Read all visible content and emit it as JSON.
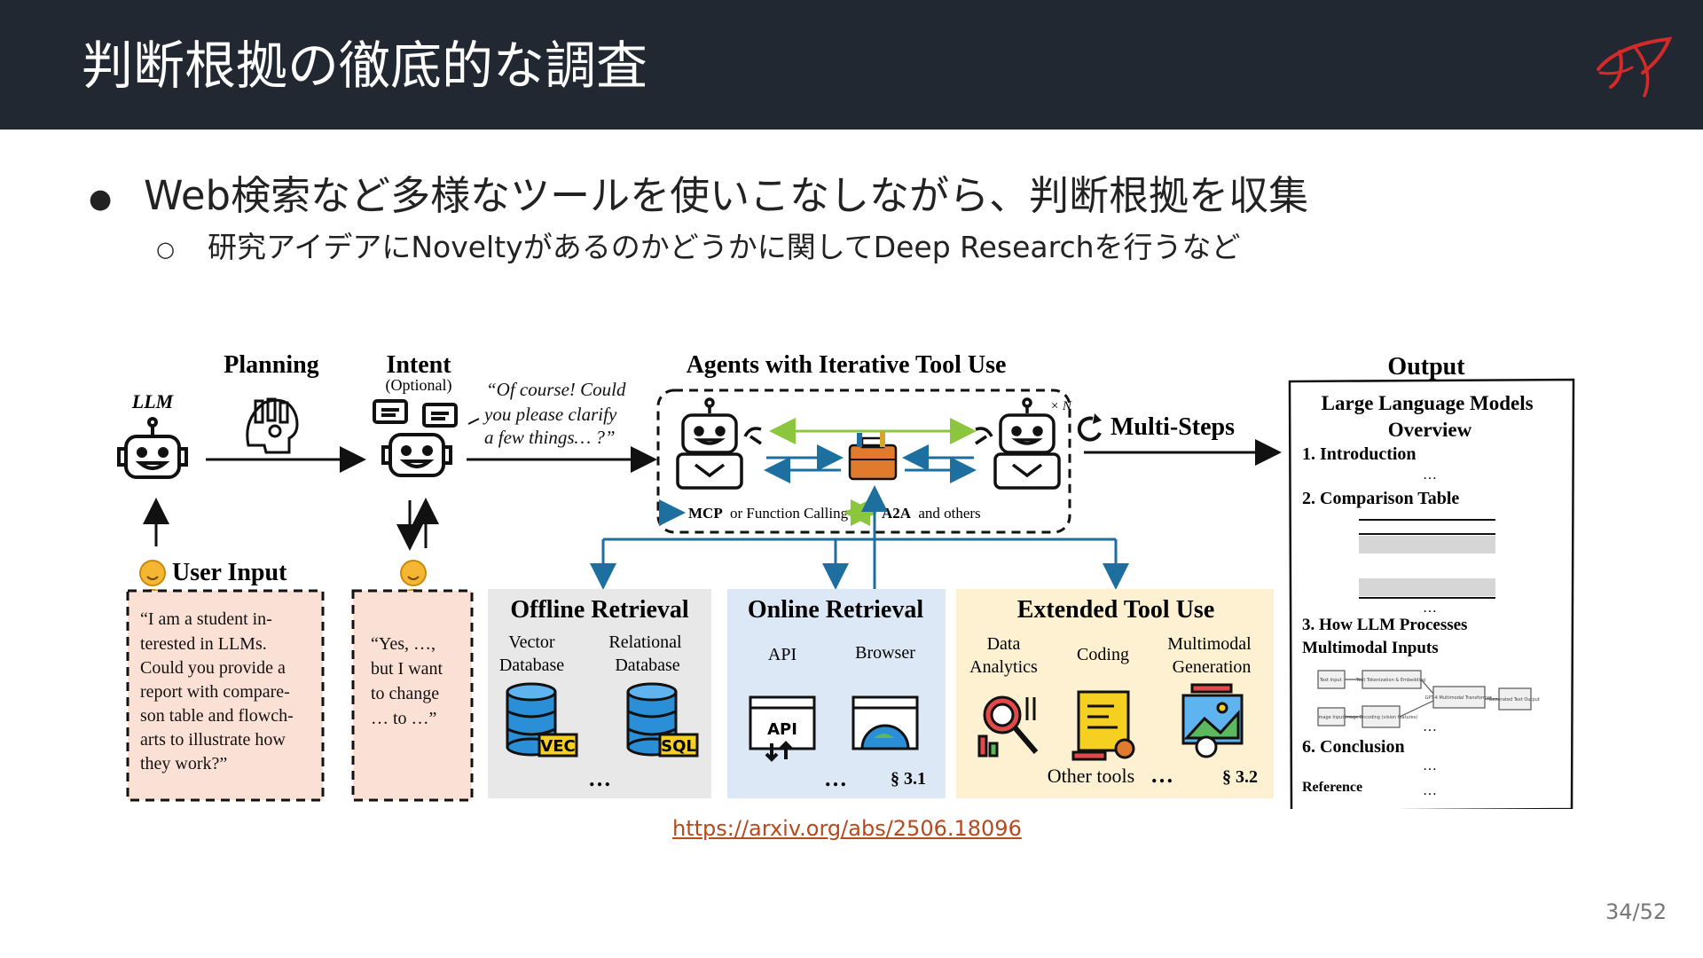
{
  "slide": {
    "title": "判断根拠の徹底的な調査",
    "bullet1": "Web検索など多様なツールを使いこなしながら、判断根拠を収集",
    "bullet2": "研究アイデアにNoveltyがあるのかどうかに関してDeep Researchを行うなど",
    "bullet1_marker": "●",
    "bullet2_marker": "○",
    "source_link": "https://arxiv.org/abs/2506.18096",
    "page_number": "34/52",
    "logo_icon": "red-brush-logo-icon"
  },
  "figure": {
    "llm": "LLM",
    "planning": "Planning",
    "intent": "Intent",
    "intent_optional": "(Optional)",
    "clarify_quote": [
      "“Of course! Could",
      "you please clarify",
      "a few things… ?”"
    ],
    "agents_title": "Agents with Iterative Tool Use",
    "times_n": "× N",
    "mcp_label": "MCP",
    "mcp_rest": "or Function Calling",
    "a2a_label": "A2A",
    "a2a_rest": "and others",
    "multi_steps": "Multi-Steps",
    "user_input": "User Input",
    "user_quote": [
      "“I am a student in-",
      "terested in LLMs.",
      "Could you provide a",
      "report with compare-",
      "son table and flowch-",
      "arts to illustrate how",
      "they work?”"
    ],
    "reply_quote": [
      "“Yes, …,",
      "but I want",
      "to change",
      "… to …”"
    ],
    "offline_title": "Offline Retrieval",
    "vector_db": [
      "Vector",
      "Database"
    ],
    "relational_db": [
      "Relational",
      "Database"
    ],
    "vec_tag": "VEC",
    "sql_tag": "SQL",
    "ellipsis": "…",
    "online_title": "Online Retrieval",
    "api": "API",
    "browser": "Browser",
    "api_tag": "API",
    "sec31": "§ 3.1",
    "extended_title": "Extended Tool Use",
    "data_analytics": [
      "Data",
      "Analytics"
    ],
    "coding": "Coding",
    "multimodal_gen": [
      "Multimodal",
      "Generation"
    ],
    "other_tools": "Other tools",
    "sec32": "§ 3.2",
    "output_title": "Output",
    "doc_title": [
      "Large Language Models",
      "Overview"
    ],
    "doc_sec1": "1. Introduction",
    "doc_sec2": "2. Comparison Table",
    "doc_sec3": [
      "3. How LLM Processes",
      "Multimodal Inputs"
    ],
    "doc_sec6": "6. Conclusion",
    "doc_ref": "Reference",
    "flow_boxes": [
      "Text Input",
      "Text Tokenization & Embedding",
      "GPT-4 Multimodal Transformer",
      "Generated Text Output",
      "Image Input",
      "Image Encoding (vision features)"
    ]
  },
  "colors": {
    "header_bg": "#222831",
    "mcp_arrow": "#1d6fa0",
    "a2a_arrow": "#8cc63f",
    "user_box": "#fbe0d6",
    "offline_bg": "#e8e8e8",
    "online_bg": "#dce8f5",
    "extended_bg": "#fdf1d2",
    "link": "#b44a1d"
  }
}
